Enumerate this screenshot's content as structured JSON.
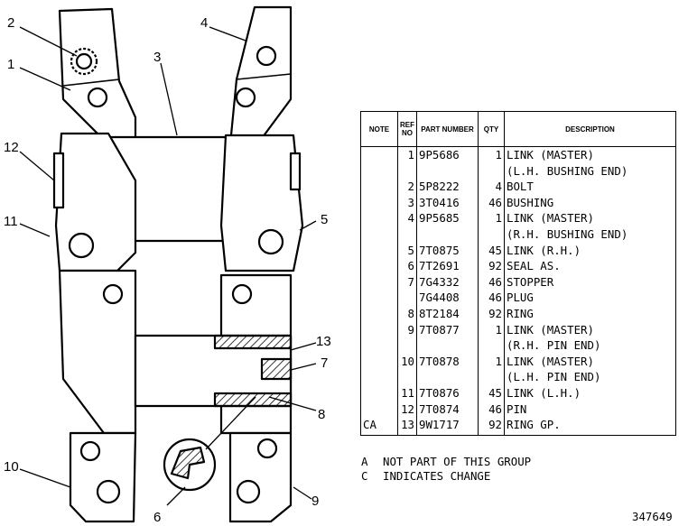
{
  "callouts": [
    "1",
    "2",
    "3",
    "4",
    "5",
    "6",
    "7",
    "8",
    "9",
    "10",
    "11",
    "12",
    "13"
  ],
  "table": {
    "headers": {
      "note": "NOTE",
      "ref_no": "REF NO",
      "part_number": "PART NUMBER",
      "qty": "QTY",
      "description": "DESCRIPTION"
    },
    "rows": [
      {
        "note": "",
        "ref": "1",
        "part": "9P5686",
        "qty": "1",
        "desc": "LINK (MASTER)"
      },
      {
        "note": "",
        "ref": "",
        "part": "",
        "qty": "",
        "desc": "(L.H. BUSHING END)"
      },
      {
        "note": "",
        "ref": "2",
        "part": "5P8222",
        "qty": "4",
        "desc": "BOLT"
      },
      {
        "note": "",
        "ref": "3",
        "part": "3T0416",
        "qty": "46",
        "desc": "BUSHING"
      },
      {
        "note": "",
        "ref": "4",
        "part": "9P5685",
        "qty": "1",
        "desc": "LINK (MASTER)"
      },
      {
        "note": "",
        "ref": "",
        "part": "",
        "qty": "",
        "desc": "(R.H. BUSHING END)"
      },
      {
        "note": "",
        "ref": "5",
        "part": "7T0875",
        "qty": "45",
        "desc": "LINK (R.H.)"
      },
      {
        "note": "",
        "ref": "6",
        "part": "7T2691",
        "qty": "92",
        "desc": "SEAL AS."
      },
      {
        "note": "",
        "ref": "7",
        "part": "7G4332",
        "qty": "46",
        "desc": "STOPPER"
      },
      {
        "note": "",
        "ref": "",
        "part": "7G4408",
        "qty": "46",
        "desc": "PLUG"
      },
      {
        "note": "",
        "ref": "8",
        "part": "8T2184",
        "qty": "92",
        "desc": "RING"
      },
      {
        "note": "",
        "ref": "9",
        "part": "7T0877",
        "qty": "1",
        "desc": "LINK (MASTER)"
      },
      {
        "note": "",
        "ref": "",
        "part": "",
        "qty": "",
        "desc": "(R.H. PIN END)"
      },
      {
        "note": "",
        "ref": "10",
        "part": "7T0878",
        "qty": "1",
        "desc": "LINK (MASTER)"
      },
      {
        "note": "",
        "ref": "",
        "part": "",
        "qty": "",
        "desc": "(L.H. PIN END)"
      },
      {
        "note": "",
        "ref": "11",
        "part": "7T0876",
        "qty": "45",
        "desc": "LINK (L.H.)"
      },
      {
        "note": "",
        "ref": "12",
        "part": "7T0874",
        "qty": "46",
        "desc": "PIN"
      },
      {
        "note": "CA",
        "ref": "13",
        "part": "9W1717",
        "qty": "92",
        "desc": "RING GP."
      }
    ]
  },
  "notes": [
    {
      "key": "A",
      "text": "NOT PART OF THIS GROUP"
    },
    {
      "key": "C",
      "text": "INDICATES CHANGE"
    }
  ],
  "illustration_id": "347649"
}
